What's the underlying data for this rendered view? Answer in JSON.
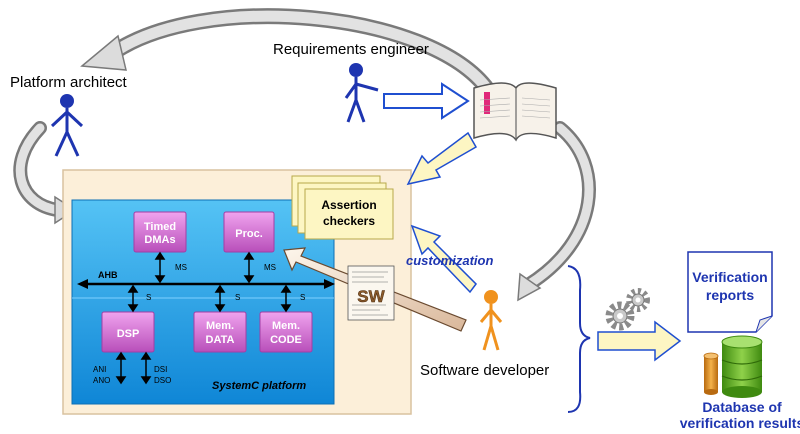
{
  "actors": {
    "platform_architect": "Platform architect",
    "requirements_engineer": "Requirements engineer",
    "software_developer": "Software developer"
  },
  "assertion_checkers": "Assertion checkers",
  "customization": "customization",
  "platform": {
    "title": "SystemC platform",
    "bus": "AHB",
    "blocks": {
      "timed_dmas": "Timed DMAs",
      "proc": "Proc.",
      "dsp": "DSP",
      "mem_data": "Mem. DATA",
      "mem_code": "Mem. CODE"
    },
    "port_labels": {
      "ms_left": "MS",
      "ms_right": "MS",
      "s_dsp": "S",
      "s_mem_data": "S",
      "s_mem_code": "S"
    },
    "io": {
      "ani": "ANI",
      "ano": "ANO",
      "dsi": "DSI",
      "dso": "DSO"
    }
  },
  "sw_label": "SW",
  "verification_reports": "Verification reports",
  "database": "Database of verification results",
  "colors": {
    "platform_blue": "#1a9ae0",
    "block_magenta": "#d06bd0",
    "note_yellow": "#fdf6c3",
    "actor_blue": "#1e35b0",
    "actor_orange": "#f0921e",
    "arrow_blue": "#1f4fd0",
    "db_green": "#66b020"
  },
  "icons": [
    "book-icon",
    "gears-icon",
    "database-icon",
    "document-icon",
    "person-icon"
  ]
}
